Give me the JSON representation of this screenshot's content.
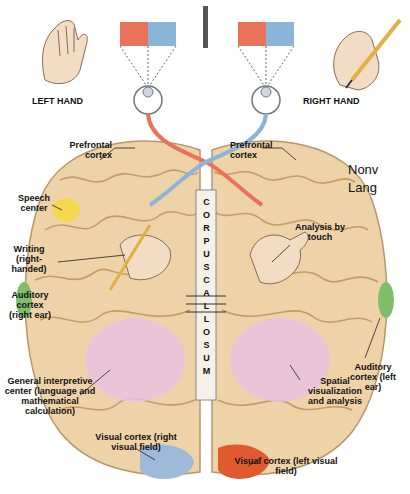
{
  "diagram": {
    "labels": [
      "LEFT HAND",
      "RIGHT HAND",
      "Prefrontal cortex",
      "Prefrontal cortex",
      "Nonv",
      "Lang",
      "Speech center",
      "Analysis by touch",
      "Writing (right-handed)",
      "Auditory cortex (right ear)",
      "CORPUS CALLOSUM",
      "Auditory cortex (left ear)",
      "General interpretive center (language and mathematical calculation)",
      "Spatial visualization and analysis",
      "Visual cortex (right visual field)",
      "Visual cortex (left visual field)"
    ]
  }
}
